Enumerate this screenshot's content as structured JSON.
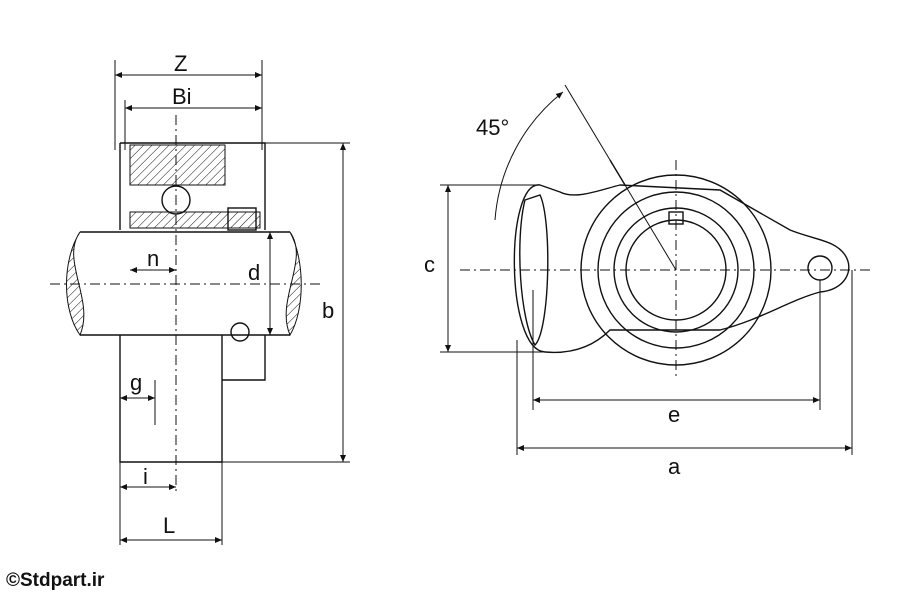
{
  "side_view": {
    "labels": {
      "Z": "Z",
      "Bi": "Bi",
      "n": "n",
      "d": "d",
      "b": "b",
      "g": "g",
      "i": "i",
      "L": "L"
    }
  },
  "front_view": {
    "labels": {
      "angle": "45°",
      "c": "c",
      "e": "e",
      "a": "a"
    }
  },
  "copyright": "©Stdpart.ir"
}
